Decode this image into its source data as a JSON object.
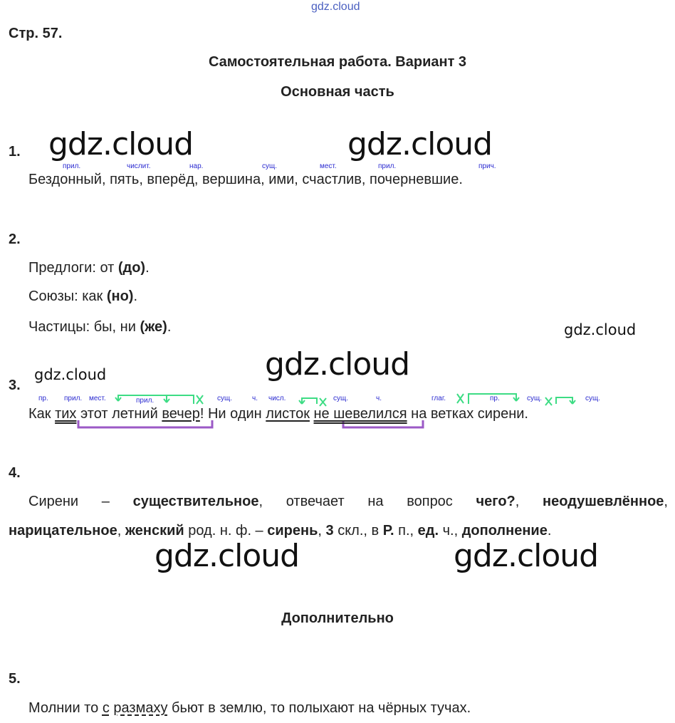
{
  "watermark_top": "gdz.cloud",
  "watermark": "gdz.cloud",
  "page_ref": "Стр. 57.",
  "title": "Самостоятельная работа. Вариант 3",
  "section_main": "Основная часть",
  "section_extra": "Дополнительно",
  "task1": {
    "num": "1.",
    "labels": [
      "прил.",
      "числит.",
      "нар.",
      "сущ.",
      "мест.",
      "прил.",
      "прич."
    ],
    "sentence": "Бездонный, пять, вперёд, вершина, ими, счастлив, почерневшие."
  },
  "task2": {
    "num": "2.",
    "lines": [
      {
        "prefix": "Предлоги: от ",
        "bold": "(до)",
        "suffix": "."
      },
      {
        "prefix": "Союзы: как ",
        "bold": "(но)",
        "suffix": "."
      },
      {
        "prefix": "Частицы: бы, ни ",
        "bold": "(же)",
        "suffix": "."
      }
    ]
  },
  "task3": {
    "num": "3.",
    "labels": [
      "пр.",
      "прил.",
      "мест.",
      "прил.",
      "сущ.",
      "ч.",
      "числ.",
      "сущ.",
      "ч.",
      "глаг.",
      "пр.",
      "сущ.",
      "сущ."
    ],
    "words": [
      "Как ",
      "тих",
      " этот летний ",
      "вечер",
      "! Ни один ",
      "листок",
      " ",
      "не шевелился",
      " на ветках сирени."
    ]
  },
  "task4": {
    "num": "4.",
    "line1": [
      "Сирени – ",
      "существительное",
      ", отвечает на вопрос ",
      "чего?",
      ", ",
      "неодушевлённое",
      ","
    ],
    "line2": [
      "нарицательное",
      ", ",
      "женский",
      " род. н. ф. – ",
      "сирень",
      ", ",
      "3",
      " скл., в ",
      "Р.",
      " п., ",
      "ед.",
      " ч., ",
      "дополнение",
      "."
    ]
  },
  "task5": {
    "num": "5.",
    "words": [
      "Молнии то ",
      "с",
      " ",
      "размаху",
      " бьют в землю, то полыхают на чёрных тучах."
    ]
  }
}
